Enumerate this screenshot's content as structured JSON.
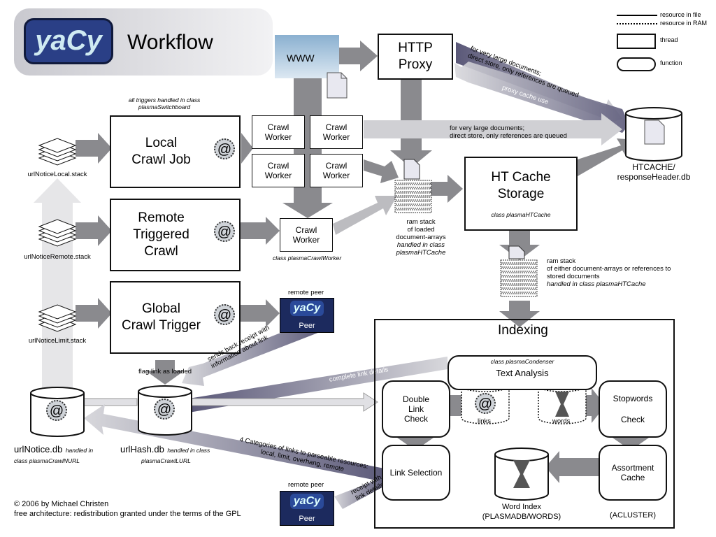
{
  "header": {
    "logo_text": "yaCy",
    "title": "Workflow"
  },
  "legend": {
    "file": "resource in file",
    "ram": "resource in RAM",
    "thread": "thread",
    "function": "function"
  },
  "top": {
    "www": "WWW",
    "http_proxy_line1": "HTTP",
    "http_proxy_line2": "Proxy",
    "proxy_note1": "for very large documents;",
    "proxy_note2": "direct store, only references are queued",
    "proxy_cache_use": "proxy cache use"
  },
  "htcache": {
    "db_line1": "HTCACHE/",
    "db_line2": "responseHeader.db",
    "storage_line1": "HT Cache",
    "storage_line2": "Storage",
    "storage_class": "class plasmaHTCache",
    "direct_note1": "for very large documents;",
    "direct_note2": "direct store, only references are queued"
  },
  "triggers_note1": "all triggers handled in class",
  "triggers_note2": "plasmaSwitchboard",
  "jobs": {
    "local_line1": "Local",
    "local_line2": "Crawl Job",
    "remote_line1": "Remote",
    "remote_line2": "Triggered",
    "remote_line3": "Crawl",
    "global_line1": "Global",
    "global_line2": "Crawl Trigger",
    "at": "@"
  },
  "workers": {
    "line1": "Crawl",
    "line2": "Worker",
    "class_note": "class plasmaCrawlWorker"
  },
  "stacks": {
    "local": "urlNoticeLocal.stack",
    "remote": "urlNoticeRemote.stack",
    "limit": "urlNoticeLimit.stack"
  },
  "ram_stack": {
    "l1": "ram stack",
    "l2": "of loaded",
    "l3": "document-arrays",
    "l4": "handled in class plasmaHTCache"
  },
  "ram_stack2": {
    "l1": "ram stack",
    "l2": "of either document-arrays or references to",
    "l3": "stored documents",
    "l4": "handled in class plasmaHTCache"
  },
  "remote_peer": {
    "label": "remote peer",
    "logo": "yaCy",
    "peer": "Peer"
  },
  "receipt_note1": "sends back receipt with",
  "receipt_note2": "information about link",
  "flag_note": "flag link as loaded",
  "dbs": {
    "notice_name": "urlNotice.db",
    "notice_handled": "handled in",
    "notice_class": "class plasmaCrawlNURL",
    "hash_name": "urlHash.db",
    "hash_handled": "handled in class",
    "hash_class": "plasmaCrawlLURL"
  },
  "categories_note1": "4 Categories of links to parseable resources:",
  "categories_note2": "local, limit, overhang, remote",
  "complete_details": "complete link details",
  "receipt_details1": "receipt with",
  "receipt_details2": "link details",
  "indexing": {
    "title": "Indexing",
    "condenser_class": "class plasmaCondenser",
    "text_analysis": "Text Analysis",
    "double_l1": "Double",
    "double_l2": "Link",
    "double_l3": "Check",
    "links": "links",
    "words": "words",
    "stop_l1": "Stopwords",
    "stop_l2": "Check",
    "link_selection": "Link Selection",
    "assort_l1": "Assortment",
    "assort_l2": "Cache",
    "word_index_l1": "Word Index",
    "word_index_l2": "(PLASMADB/WORDS)",
    "acluster": "(ACLUSTER)"
  },
  "footer": {
    "copyright": "© 2006 by Michael Christen",
    "license": "free architecture: redistribution granted under the terms of the GPL"
  }
}
